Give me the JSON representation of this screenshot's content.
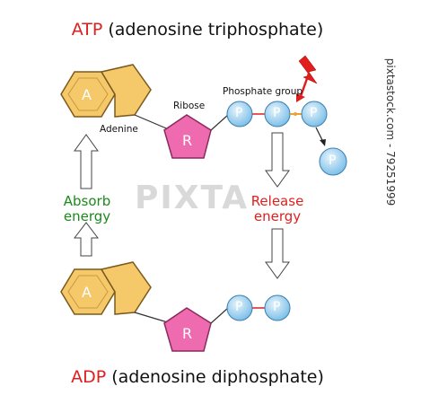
{
  "atp_title": {
    "accent": "ATP",
    "rest": " (adenosine triphosphate)"
  },
  "adp_title": {
    "accent": "ADP",
    "rest": " (adenosine diphosphate)"
  },
  "labels": {
    "adenine_letter": "A",
    "adenine": "Adenine",
    "ribose_letter": "R",
    "ribose": "Ribose",
    "phosphate_letter": "P",
    "phosphate_group": "Phosphate group",
    "absorb_1": "Absorb",
    "absorb_2": "energy",
    "release_1": "Release",
    "release_2": "energy"
  },
  "watermark": {
    "side": "pixtastock.com - 79251999",
    "center": "PIXTA"
  },
  "colors": {
    "adenine_fill": "#f5c86a",
    "adenine_stroke": "#7a5a1c",
    "ribose_fill": "#ee6bb0",
    "phosphate_fill": "#a9d6f2",
    "absorb": "#1b8a1b",
    "release": "#e11e1e",
    "bond_red": "#e11e1e",
    "lightning": "#e11e1e"
  }
}
